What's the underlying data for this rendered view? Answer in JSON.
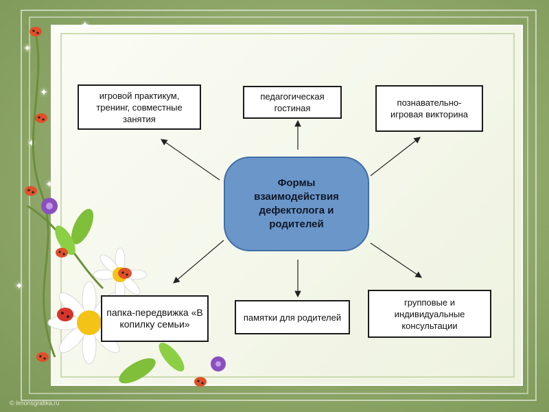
{
  "diagram": {
    "center": {
      "text": "Формы взаимодействия дефектолога и родителей"
    },
    "nodes": [
      {
        "id": "top-left",
        "text": "игровой практикум, тренинг, совместные занятия"
      },
      {
        "id": "top-center",
        "text": "педагогическая гостиная"
      },
      {
        "id": "top-right",
        "text": "познавательно-игровая викторина"
      },
      {
        "id": "bottom-left",
        "text": "папка-передвижка «В копилку семьи»"
      },
      {
        "id": "bottom-center",
        "text": "памятки для родителей"
      },
      {
        "id": "bottom-right",
        "text": "групповые и индивидуальные консультации"
      }
    ]
  },
  "watermark": "© limonsgrafika.ru",
  "colors": {
    "background": "#8fa86a",
    "panel": "#f6f8ee",
    "center_fill": "#6b96c9",
    "center_border": "#3f6ea8",
    "box_border": "#1a1a1a"
  },
  "decoration": {
    "icons": [
      "ladybug-icon",
      "daisy-icon",
      "leaf-icon",
      "sparkle-icon"
    ]
  }
}
